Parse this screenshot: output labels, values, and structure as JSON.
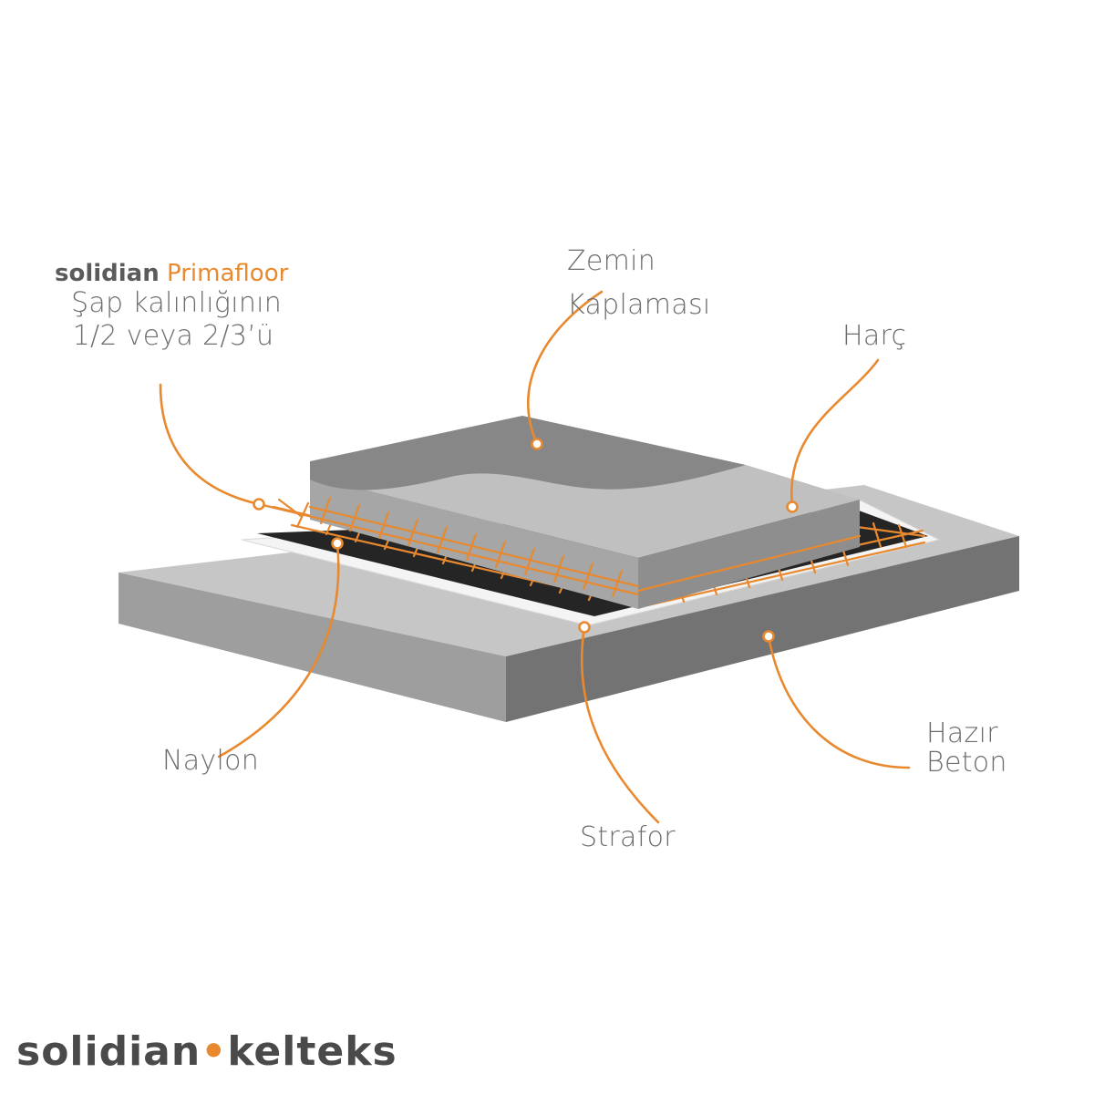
{
  "callouts": {
    "primafloor": {
      "brand": "solidian",
      "product": "Primafloor",
      "line1": "Şap kalınlığının",
      "line2": "1/2 veya 2/3’ü"
    },
    "zemin": {
      "line1": "Zemin",
      "line2": "Kaplaması"
    },
    "harc": {
      "text": "Harç"
    },
    "naylon": {
      "text": "Naylon"
    },
    "strafor": {
      "text": "Strafor"
    },
    "hazir_beton": {
      "line1": "Hazır",
      "line2": "Beton"
    }
  },
  "footer": {
    "left": "solidian",
    "separator": "•",
    "right": "kelteks"
  },
  "colors": {
    "accent": "#e8892f",
    "concrete_top": "#c6c6c6",
    "concrete_front": "#9e9e9e",
    "concrete_side": "#737373",
    "nylon": "#252525",
    "strafor": "#f2f2f2",
    "mortar_top": "#c0c0c0",
    "mortar_front": "#a6a6a6",
    "mortar_side": "#8e8e8e",
    "floor_covering": "#878787",
    "text": "#6d6d6d"
  }
}
